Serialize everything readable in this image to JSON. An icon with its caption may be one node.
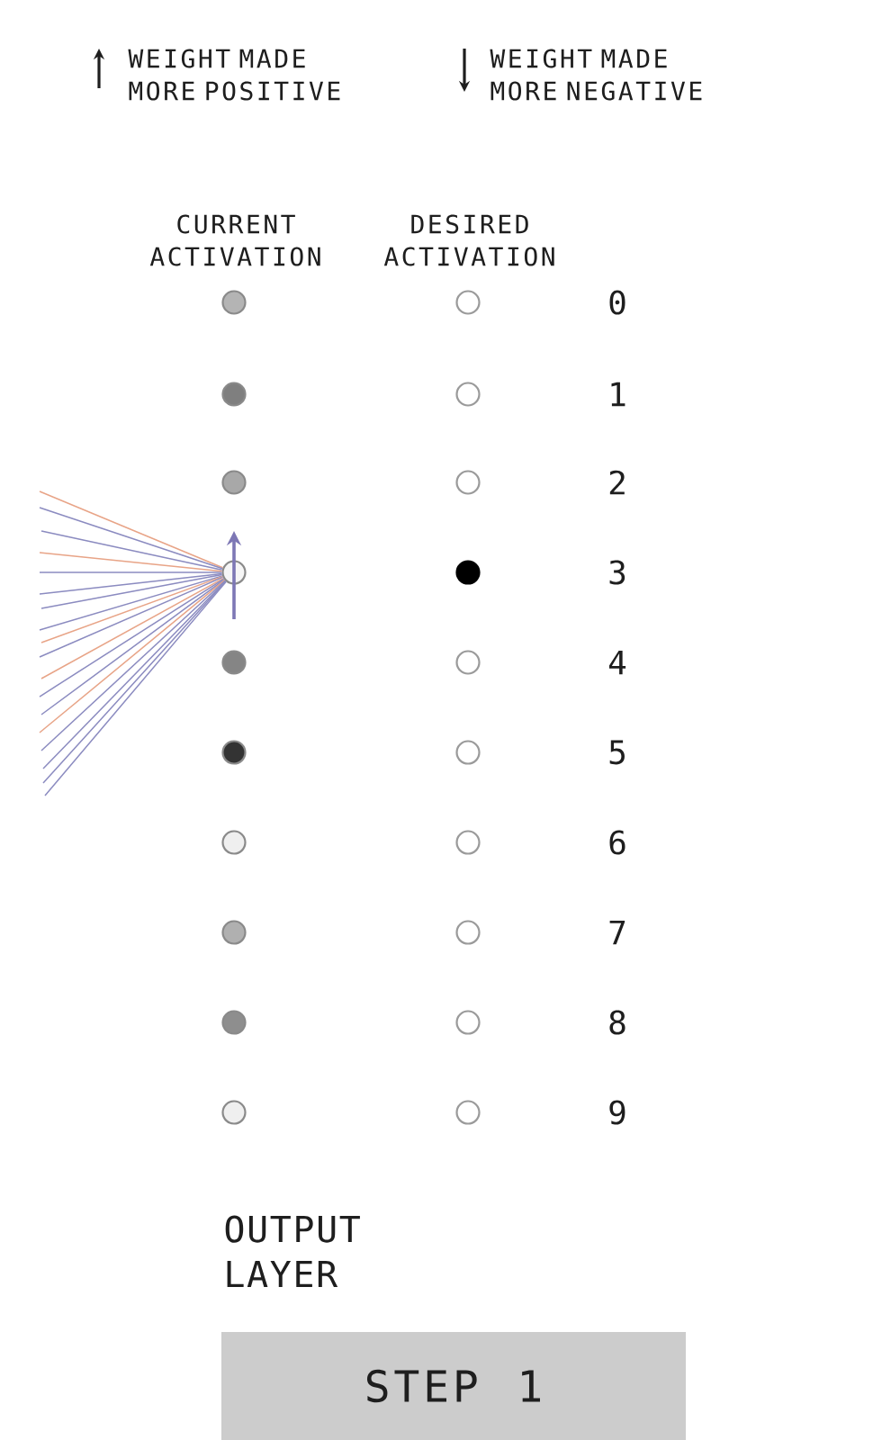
{
  "diagram": {
    "nodes": [
      {
        "text": [],
        "shape": "circle"
      },
      {
        "text": [],
        "shape": "circle"
      },
      {
        "text": [],
        "shape": "circle"
      },
      {
        "text": [],
        "shape": "circle"
      },
      {
        "text": [],
        "shape": "circle"
      },
      {
        "text": [],
        "shape": "circle"
      },
      {
        "text": [],
        "shape": "circle"
      },
      {
        "text": [],
        "shape": "circle"
      },
      {
        "text": [],
        "shape": "circle"
      },
      {
        "text": [],
        "shape": "circle"
      },
      {
        "text": [],
        "shape": "circle"
      },
      {
        "text": [],
        "shape": "circle"
      },
      {
        "text": [],
        "shape": "circle"
      },
      {
        "text": [],
        "shape": "circle"
      },
      {
        "text": [],
        "shape": "circle"
      },
      {
        "text": [],
        "shape": "circle"
      },
      {
        "text": [],
        "shape": "circle"
      },
      {
        "text": [],
        "shape": "circle"
      },
      {
        "text": [],
        "shape": "circle"
      },
      {
        "text": [],
        "shape": "circle"
      },
      {
        "text": [
          "STEP 1"
        ]
      }
    ],
    "edges": [
      {
        "from": null,
        "to": 6,
        "arrow": "none",
        "color": "#e8a487"
      },
      {
        "from": null,
        "to": 6,
        "arrow": "none"
      },
      {
        "from": null,
        "to": 6,
        "arrow": "none"
      },
      {
        "from": null,
        "to": 6,
        "arrow": "none",
        "color": "#e8a487"
      },
      {
        "from": null,
        "to": 6,
        "arrow": "none"
      },
      {
        "from": null,
        "to": 6,
        "arrow": "none"
      },
      {
        "from": null,
        "to": 6,
        "arrow": "none"
      },
      {
        "from": null,
        "to": 6,
        "arrow": "none"
      },
      {
        "from": null,
        "to": 6,
        "arrow": "none",
        "color": "#e8a487"
      },
      {
        "from": null,
        "to": 6,
        "arrow": "none"
      },
      {
        "from": null,
        "to": 6,
        "arrow": "none",
        "color": "#e8a487"
      },
      {
        "from": null,
        "to": 6,
        "arrow": "none"
      },
      {
        "from": null,
        "to": 6,
        "arrow": "none"
      },
      {
        "from": null,
        "to": 6,
        "arrow": "none",
        "color": "#e8a487"
      },
      {
        "from": null,
        "to": 6,
        "arrow": "none"
      },
      {
        "from": null,
        "to": 6,
        "arrow": "none"
      },
      {
        "from": null,
        "to": 6,
        "arrow": "none"
      },
      {
        "from": null,
        "to": 6,
        "arrow": "none"
      }
    ],
    "labels": [
      "CURRENT ACTIVATION",
      "DESIRED ACTIVATION",
      "0",
      "1",
      "2",
      "3",
      "4",
      "5",
      "6",
      "7",
      "8",
      "9",
      "OUTPUT LAYER"
    ],
    "legend": [
      {
        "text": "WEIGHT MADE MORE POSITIVE"
      },
      {
        "text": "WEIGHT MADE MORE NEGATIVE"
      }
    ]
  }
}
